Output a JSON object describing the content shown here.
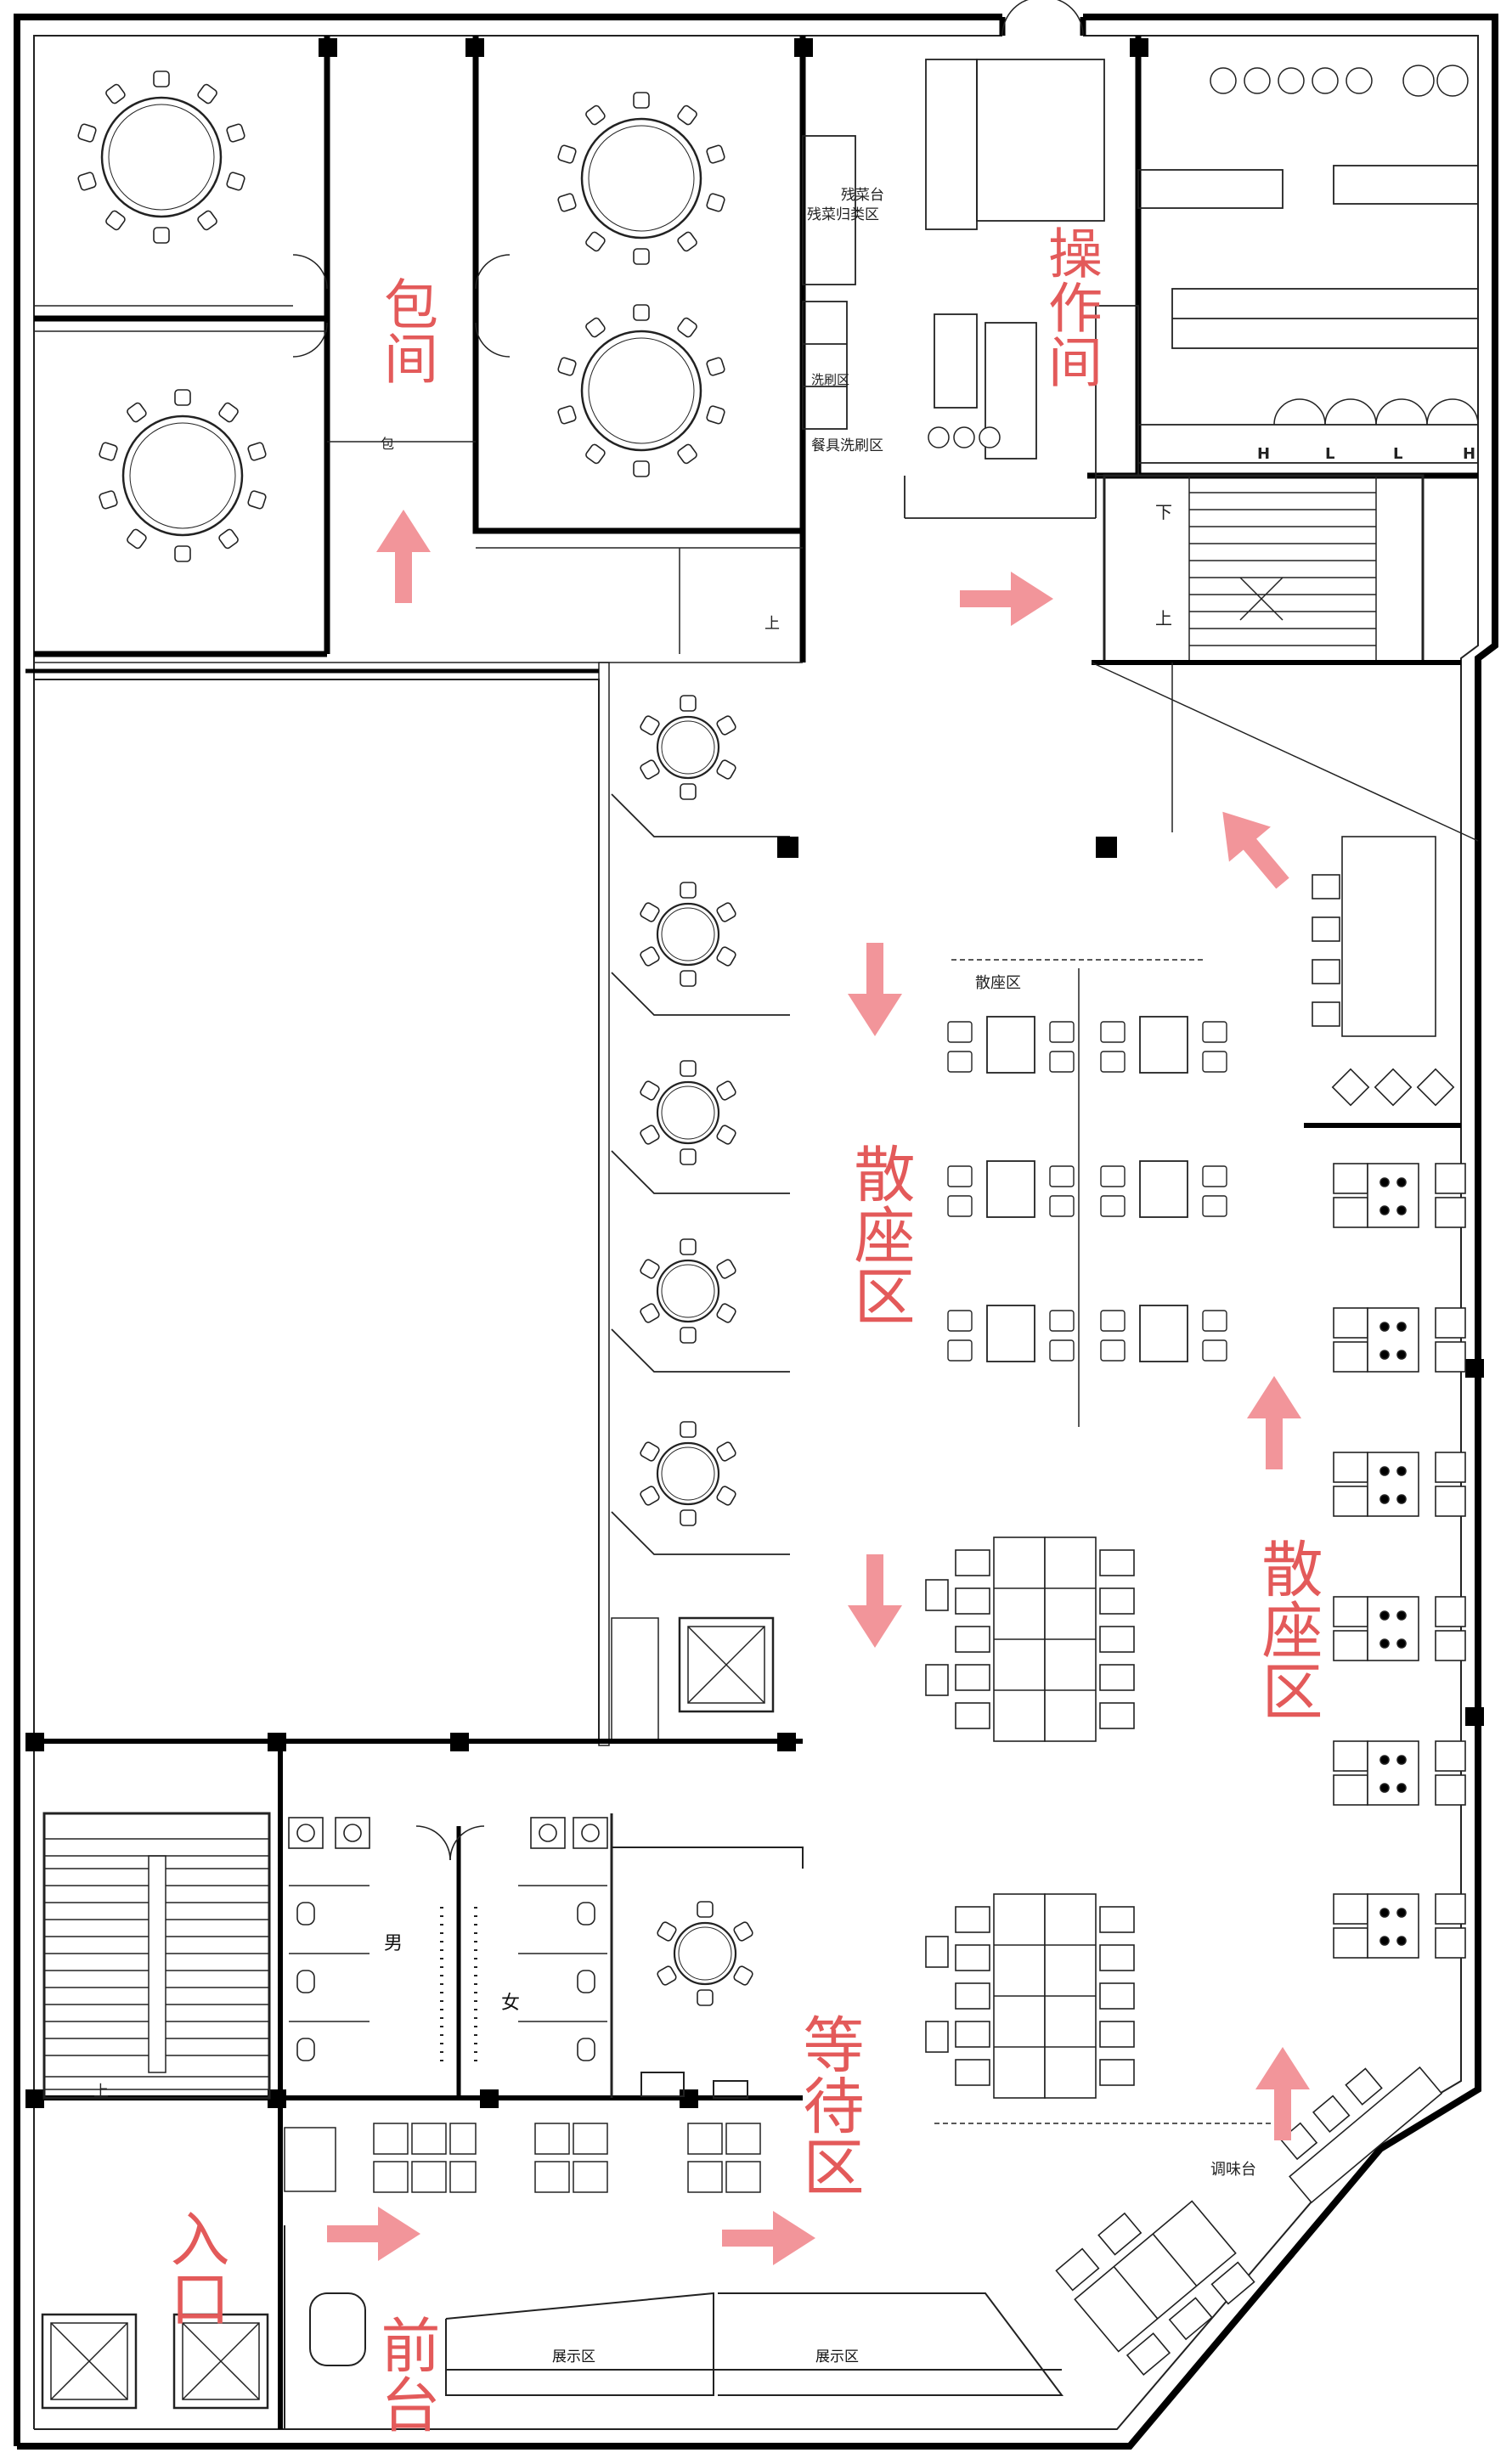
{
  "zones": {
    "private_room": "包间",
    "kitchen": "操作间",
    "open_seating_1": "散座区",
    "open_seating_2": "散座区",
    "waiting_area": "等待区",
    "entrance": "入口",
    "front_desk": "前台"
  },
  "labels": {
    "dish_station": "残菜台",
    "scrap_sort": "残菜归类区",
    "wash_area": "餐具洗刷区",
    "wash_sink": "洗刷区",
    "open_seating_small": "散座区",
    "men": "男",
    "women": "女",
    "seasoning": "调味台",
    "display_1": "展示区",
    "display_2": "展示区",
    "room_small": "包",
    "up_1": "上",
    "up_2": "上",
    "up_3": "上",
    "down_1": "下",
    "h1": "H",
    "l1": "L",
    "l2": "L",
    "h2": "H"
  },
  "colors": {
    "wall": "#000000",
    "line": "#222222",
    "accent": "#e35a5a",
    "arrow": "#f2959a"
  }
}
